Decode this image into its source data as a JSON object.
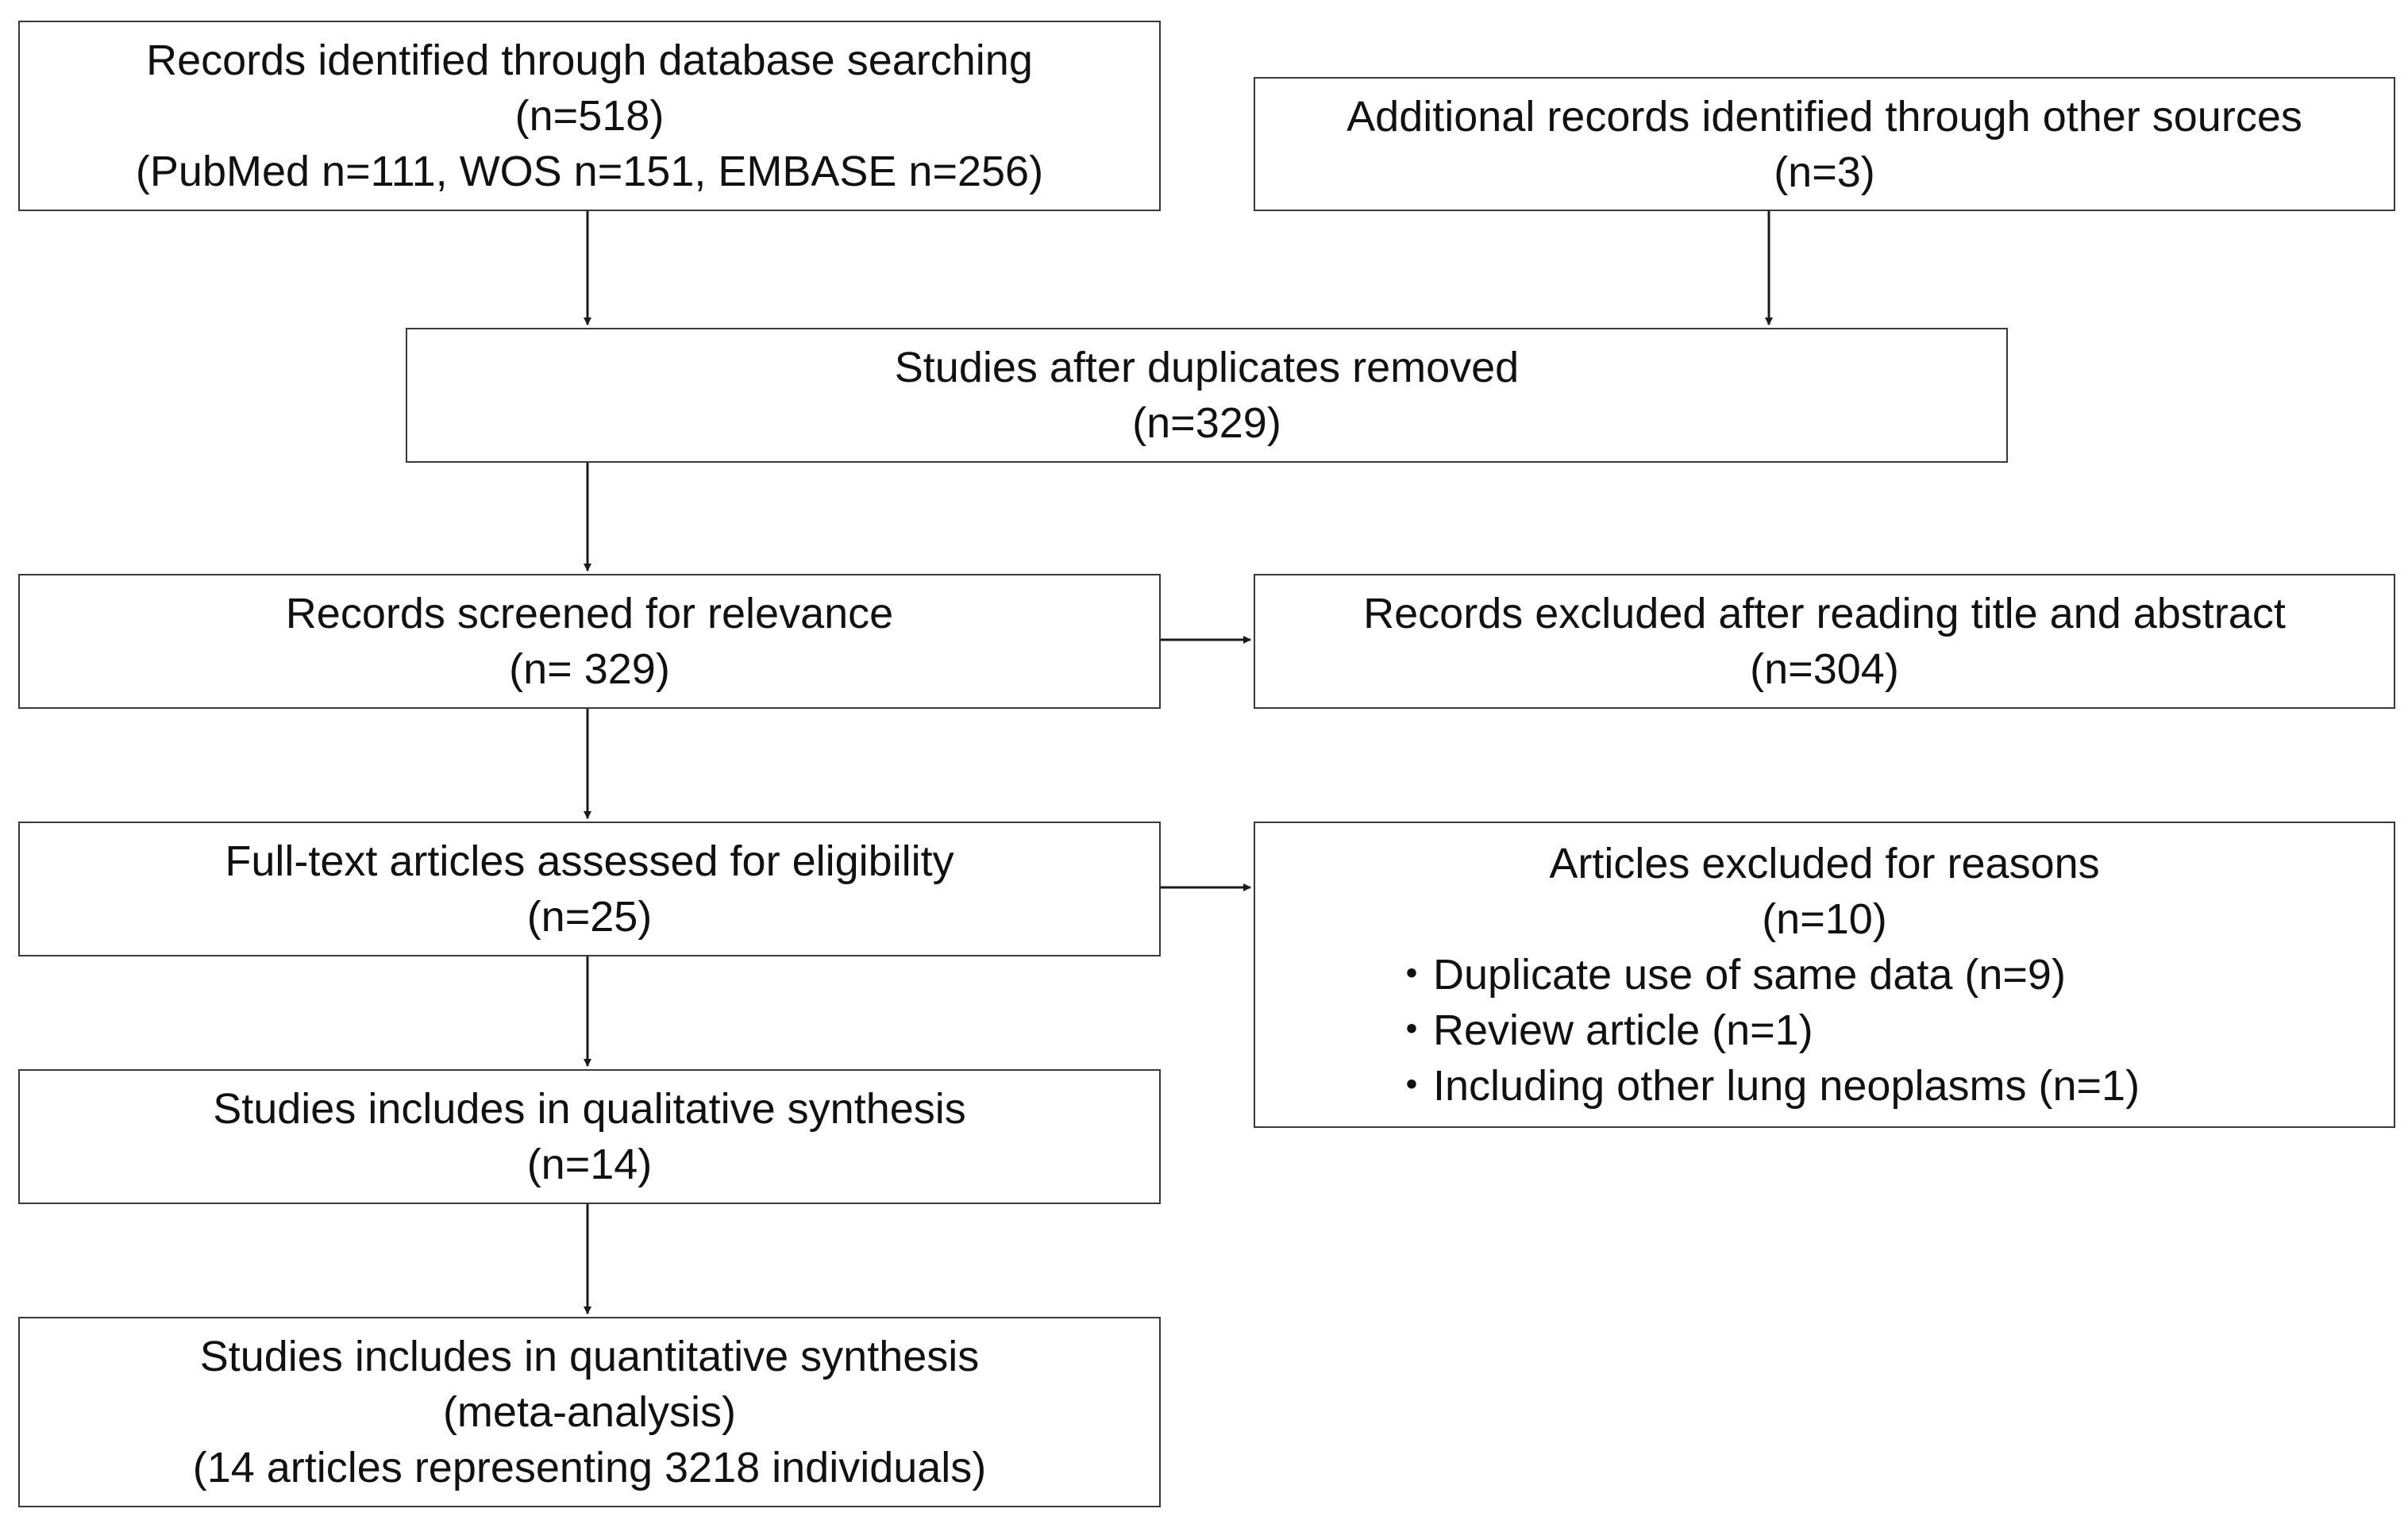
{
  "boxes": {
    "database": {
      "lines": [
        "Records identified through database searching",
        "(n=518)",
        "(PubMed n=111, WOS n=151, EMBASE n=256)"
      ]
    },
    "other_sources": {
      "lines": [
        "Additional records identified through other sources",
        "(n=3)"
      ]
    },
    "duplicates_removed": {
      "lines": [
        "Studies after duplicates removed",
        "(n=329)"
      ]
    },
    "screened": {
      "lines": [
        "Records screened for relevance",
        "(n= 329)"
      ]
    },
    "excluded_title_abstract": {
      "lines": [
        "Records excluded after reading title and abstract",
        "(n=304)"
      ]
    },
    "full_text": {
      "lines": [
        "Full-text articles assessed for eligibility",
        "(n=25)"
      ]
    },
    "excluded_reasons": {
      "lines": [
        "Articles excluded for reasons",
        "(n=10)"
      ],
      "bullets": [
        "・Duplicate use of same data (n=9)",
        "・Review article (n=1)",
        "・Including other lung neoplasms (n=1)"
      ]
    },
    "qualitative": {
      "lines": [
        "Studies includes in qualitative synthesis",
        "(n=14)"
      ]
    },
    "quantitative": {
      "lines": [
        "Studies includes in quantitative synthesis",
        "(meta-analysis)",
        "(14 articles representing 3218 individuals)"
      ]
    }
  },
  "style": {
    "border_color": "#3a3a3a",
    "arrow_color": "#1a1a1a",
    "text_color": "#111111",
    "background": "#ffffff"
  }
}
